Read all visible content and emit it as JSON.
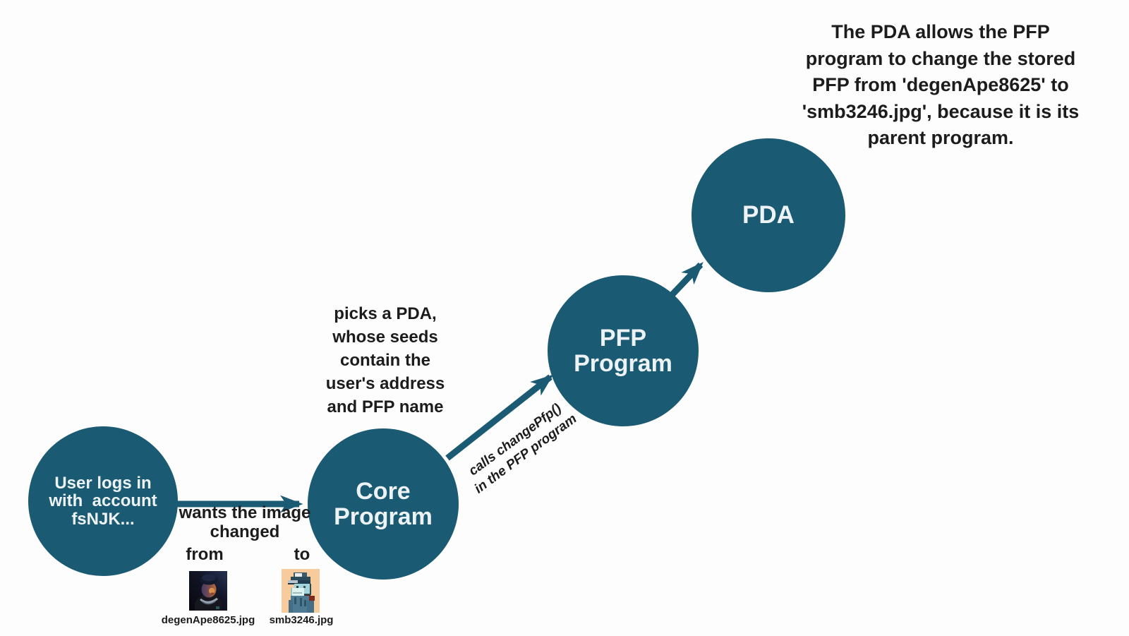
{
  "colors": {
    "background": "#fdfdfd",
    "node_fill": "#1a5a72",
    "node_text": "#edf3f5",
    "ink": "#1c1c1c"
  },
  "nodes": {
    "user": {
      "lines": [
        "User logs in",
        "with  account",
        "fsNJK..."
      ]
    },
    "core": {
      "lines": [
        "Core",
        "Program"
      ]
    },
    "pfp": {
      "lines": [
        "PFP",
        "Program"
      ]
    },
    "pda": {
      "lines": [
        "PDA"
      ]
    }
  },
  "annotations": {
    "top_note": {
      "lines": [
        "The PDA allows the PFP",
        "program to change the stored",
        "PFP from 'degenApe8625' to",
        "'smb3246.jpg', because it is its",
        "parent program."
      ]
    },
    "picks_note": {
      "lines": [
        "picks a PDA,",
        "whose seeds",
        "contain the",
        "user's address",
        "and PFP name"
      ]
    },
    "calls_note": {
      "lines": [
        "calls changePfp()",
        "in the PFP program"
      ]
    },
    "wants_note": {
      "lines": [
        "wants the image",
        "changed"
      ]
    },
    "from_label": "from",
    "to_label": "to"
  },
  "thumbnails": {
    "before": {
      "caption": "degenApe8625.jpg",
      "icon": "degen-ape-thumbnail"
    },
    "after": {
      "caption": "smb3246.jpg",
      "icon": "pixel-monkey-thumbnail"
    }
  }
}
